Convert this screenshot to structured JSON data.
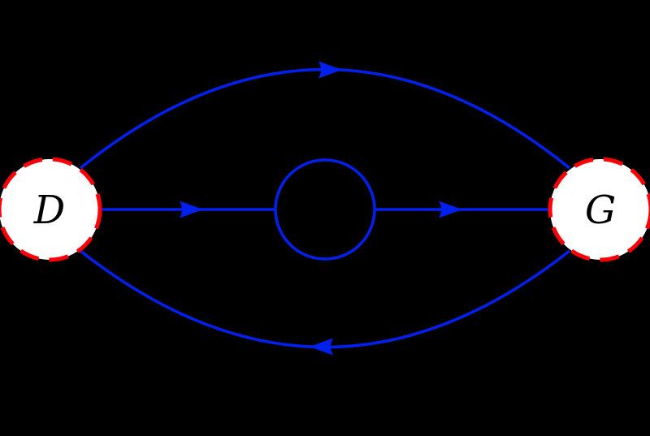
{
  "diagram": {
    "type": "graph",
    "description": "Two dashed-border circular nodes connected by a top arc, a bottom arc, and a straight middle line passing through an unlabeled center circle",
    "nodes": [
      {
        "id": "D",
        "label": "D",
        "position": "left"
      },
      {
        "id": "G",
        "label": "G",
        "position": "right"
      }
    ],
    "center_circle": {
      "present": true,
      "label": ""
    },
    "edges": [
      {
        "from": "D",
        "to": "G",
        "route": "top-arc",
        "arrow_direction": "right"
      },
      {
        "from": "D",
        "to": "G",
        "route": "middle-line-through-center-circle",
        "arrow_direction": "right",
        "arrows": 2
      },
      {
        "from": "G",
        "to": "D",
        "route": "bottom-arc",
        "arrow_direction": "left"
      }
    ],
    "colors": {
      "background": "#000000",
      "edge": "#0020ee",
      "node_border": "#fb0007",
      "node_fill": "#ffffff",
      "label": "#000000"
    }
  }
}
